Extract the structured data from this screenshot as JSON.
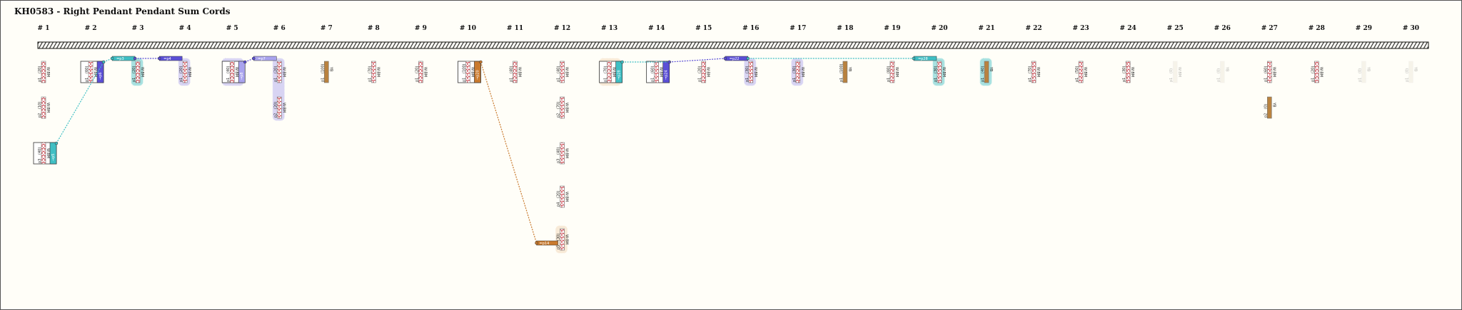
{
  "title": "KH0583 - Right Pendant Pendant Sum Cords",
  "colors": {
    "cyan": "#3fbfc4",
    "blue": "#5b4fd6",
    "lavender": "#a9a3ee",
    "orange": "#c97a2e",
    "peach": "#f0d2b0",
    "yb": "#b9823f",
    "wbm": "#c8323c",
    "faded": "#e6dfd0"
  },
  "columns": [
    {
      "label": "# 1",
      "cords": [
        {
          "name": "p1",
          "value": "(20)",
          "color": "W:BM"
        },
        {
          "name": "p2",
          "value": "(10)",
          "color": "W:BM"
        },
        {
          "name": "p3",
          "value": "(40)",
          "color": "W:BM",
          "sum": "→p5",
          "sum_color": "cyan",
          "row": 2
        }
      ]
    },
    {
      "label": "# 2",
      "cords": [
        {
          "name": "p1",
          "value": "(60)",
          "color": "W:BM",
          "sum": "→p6",
          "sum_color": "blue"
        }
      ]
    },
    {
      "label": "# 3",
      "cords": [
        {
          "name": "p1",
          "value": "(20)",
          "color": "W:BM",
          "halo": "cyan"
        }
      ],
      "ref": {
        "label": "=p3",
        "color": "cyan"
      }
    },
    {
      "label": "# 4",
      "cords": [
        {
          "name": "p1",
          "value": "(20)",
          "color": "W:BM",
          "halo": "lavender"
        }
      ],
      "ref": {
        "label": "=p4",
        "color": "blue"
      }
    },
    {
      "label": "# 5",
      "cords": [
        {
          "name": "p1",
          "value": "(40)",
          "color": "W:BM",
          "sum": "→p8",
          "sum_color": "lavender",
          "halo": "lavender"
        }
      ]
    },
    {
      "label": "# 6",
      "cords": [
        {
          "name": "p1",
          "value": "(20)",
          "color": "W:BM",
          "halo": "lavender",
          "halo_long": true
        },
        {
          "name": "p2",
          "value": "(20)",
          "color": "W:BM"
        }
      ],
      "ref": {
        "label": "=p7",
        "color": "lavender"
      }
    },
    {
      "label": "# 7",
      "cords": [
        {
          "name": "p1",
          "value": "(100)",
          "color": "YB"
        }
      ]
    },
    {
      "label": "# 8",
      "cords": [
        {
          "name": "p1",
          "value": "(70)",
          "color": "W:BM"
        }
      ]
    },
    {
      "label": "# 9",
      "cords": [
        {
          "name": "p1",
          "value": "(20)",
          "color": "W:BM"
        }
      ]
    },
    {
      "label": "# 10",
      "cords": [
        {
          "name": "p1",
          "value": "(100)",
          "color": "W:BM",
          "sum": "→p20",
          "sum_color": "orange"
        }
      ]
    },
    {
      "label": "# 11",
      "cords": [
        {
          "name": "p1",
          "value": "(40)",
          "color": "W:BM"
        }
      ]
    },
    {
      "label": "# 12",
      "cords": [
        {
          "name": "p1",
          "value": "(40)",
          "color": "W:BM"
        },
        {
          "name": "p2",
          "value": "(70)",
          "color": "W:BM"
        },
        {
          "name": "p3",
          "value": "(40)",
          "color": "W:BM"
        },
        {
          "name": "p4",
          "value": "(20)",
          "color": "W:BM"
        },
        {
          "name": "p5",
          "value": "(30)",
          "color": "W:BM",
          "halo": "peach",
          "ref": {
            "label": "=p14",
            "color": "orange"
          }
        }
      ]
    },
    {
      "label": "# 13",
      "cords": [
        {
          "name": "p1",
          "value": "(70)",
          "color": "W:BM",
          "sum": "→p28",
          "sum_color": "cyan",
          "halo": "peach"
        }
      ]
    },
    {
      "label": "# 14",
      "cords": [
        {
          "name": "p1",
          "value": "(60)",
          "color": "W:BM",
          "sum": "→p24",
          "sum_color": "blue"
        }
      ]
    },
    {
      "label": "# 15",
      "cords": [
        {
          "name": "p1",
          "value": "(20)",
          "color": "W:BM"
        }
      ]
    },
    {
      "label": "# 16",
      "cords": [
        {
          "name": "p1",
          "value": "(30)",
          "color": "W:BM",
          "halo": "lavender"
        }
      ],
      "ref": {
        "label": "=p22",
        "color": "blue"
      }
    },
    {
      "label": "# 17",
      "cords": [
        {
          "name": "p1",
          "value": "(30)",
          "color": "W:BM",
          "halo": "lavender"
        }
      ]
    },
    {
      "label": "# 18",
      "cords": [
        {
          "name": "p1",
          "value": "(100)",
          "color": "YB"
        }
      ]
    },
    {
      "label": "# 19",
      "cords": [
        {
          "name": "p1",
          "value": "(60)",
          "color": "W:BM"
        }
      ]
    },
    {
      "label": "# 20",
      "cords": [
        {
          "name": "p1",
          "value": "(30)",
          "color": "W:BM",
          "halo": "cyan"
        }
      ],
      "ref": {
        "label": "=p28",
        "color": "cyan"
      }
    },
    {
      "label": "# 21",
      "cords": [
        {
          "name": "p1",
          "value": "(40)",
          "color": "YB",
          "halo": "cyan"
        }
      ]
    },
    {
      "label": "# 22",
      "cords": [
        {
          "name": "p1",
          "value": "(70)",
          "color": "W:BM"
        }
      ]
    },
    {
      "label": "# 23",
      "cords": [
        {
          "name": "p1",
          "value": "(50)",
          "color": "W:BM"
        }
      ]
    },
    {
      "label": "# 24",
      "cords": [
        {
          "name": "p1",
          "value": "(30)",
          "color": "W:BM"
        }
      ]
    },
    {
      "label": "# 25",
      "cords": [
        {
          "name": "p1",
          "value": "(0)",
          "color": "W:BM",
          "faded": true
        }
      ]
    },
    {
      "label": "# 26",
      "cords": [
        {
          "name": "p1",
          "value": "(0)",
          "color": "YB",
          "faded": true
        }
      ]
    },
    {
      "label": "# 27",
      "cords": [
        {
          "name": "p1",
          "value": "(60)",
          "color": "W:BM"
        },
        {
          "name": "p2",
          "value": "(0)",
          "color": "YB"
        }
      ]
    },
    {
      "label": "# 28",
      "cords": [
        {
          "name": "p1",
          "value": "(20)",
          "color": "W:BM"
        }
      ]
    },
    {
      "label": "# 29",
      "cords": [
        {
          "name": "p1",
          "value": "(0)",
          "color": "YB",
          "faded": true
        }
      ]
    },
    {
      "label": "# 30",
      "cords": [
        {
          "name": "p1",
          "value": "(0)",
          "color": "YB",
          "faded": true
        }
      ]
    }
  ],
  "links": [
    {
      "from": "1.2",
      "to": "2.0",
      "color": "cyan"
    },
    {
      "from": "2.0",
      "to": "ref:3",
      "color": "cyan"
    },
    {
      "from": "ref:3",
      "to": "ref:4",
      "color": "blue"
    },
    {
      "from": "5.0",
      "to": "ref:6",
      "color": "blue"
    },
    {
      "from": "10.0",
      "to": "ref:12.4",
      "color": "orange"
    },
    {
      "from": "13.0",
      "to": "14.0",
      "color": "cyan"
    },
    {
      "from": "14.0",
      "to": "ref:16",
      "color": "blue"
    },
    {
      "from": "ref:16",
      "to": "ref:20",
      "color": "cyan"
    }
  ]
}
